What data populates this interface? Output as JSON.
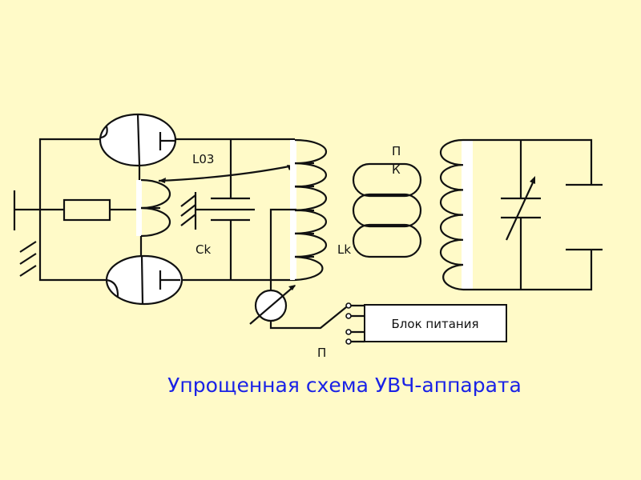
{
  "title": "Упрощенная схема УВЧ-аппарата",
  "labels": {
    "l03": "L03",
    "ck": "Ck",
    "lk": "Lk",
    "pk_top": "П",
    "pk_bottom": "К",
    "switch": "П",
    "power_block": "Блок питания"
  },
  "colors": {
    "background": "#FFFAC8",
    "title": "#1A22E6",
    "lines": "#111111"
  }
}
